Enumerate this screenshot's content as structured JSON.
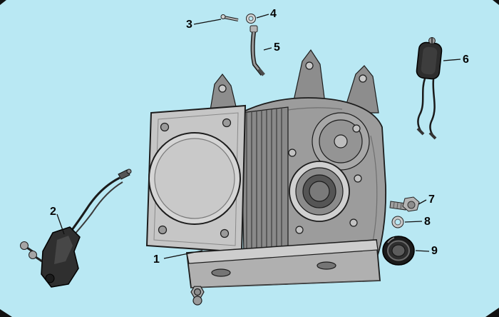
{
  "diagram": {
    "kind": "exploded-parts-diagram",
    "subject": "engine-crankcase-cylinder-assembly",
    "background_color": "#b9e8f3",
    "line_color": "#1c1c1c",
    "callouts": [
      {
        "number": "1",
        "target": "crankcase-cylinder-block"
      },
      {
        "number": "2",
        "target": "ignition-coil-assembly-left"
      },
      {
        "number": "3",
        "target": "small-pin"
      },
      {
        "number": "4",
        "target": "washer"
      },
      {
        "number": "5",
        "target": "oil-dipstick-tube"
      },
      {
        "number": "6",
        "target": "ignition-module-right"
      },
      {
        "number": "7",
        "target": "drain-bolt"
      },
      {
        "number": "8",
        "target": "sealing-washer"
      },
      {
        "number": "9",
        "target": "oil-seal"
      }
    ]
  }
}
